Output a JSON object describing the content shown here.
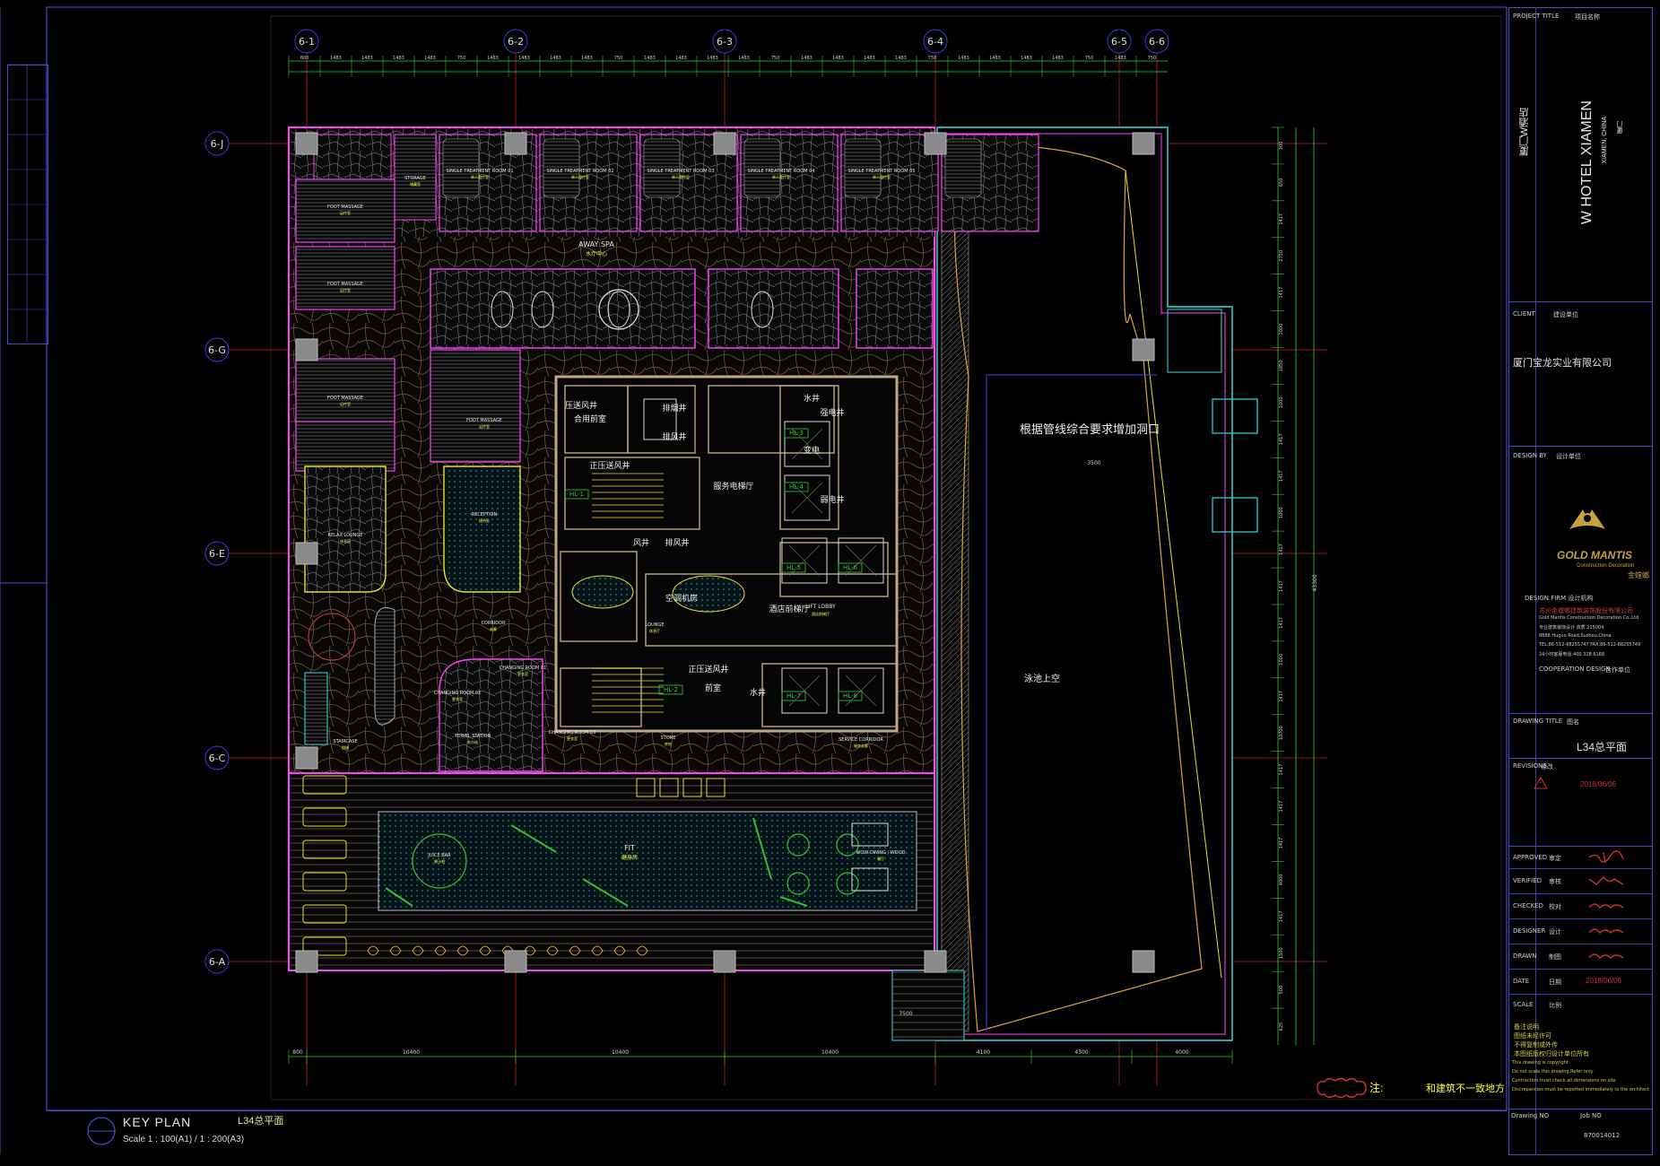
{
  "drawing": {
    "grid_cols": [
      "6-1",
      "6-2",
      "6-3",
      "6-4",
      "6-5",
      "6-6"
    ],
    "grid_rows": [
      "6-J",
      "6-G",
      "6-E",
      "6-C",
      "6-A"
    ],
    "top_dims": [
      "800",
      "1483",
      "1483",
      "1483",
      "1483",
      "750",
      "1483",
      "1483",
      "1483",
      "1483",
      "750",
      "1483",
      "1483",
      "1483",
      "1483",
      "750",
      "1483",
      "1483",
      "1483",
      "1483",
      "750",
      "1483",
      "1483",
      "1483",
      "1483",
      "750",
      "1483",
      "750"
    ],
    "bottom_dims": [
      "800",
      "10400",
      "10400",
      "10400",
      "4100",
      "4300",
      "4000"
    ],
    "right_dims": [
      "300",
      "650",
      "1417",
      "2750",
      "1417",
      "2000",
      "1850",
      "1000",
      "1417",
      "1417",
      "1000",
      "1417",
      "1417",
      "1417",
      "1000",
      "1417",
      "10700",
      "1417",
      "1417",
      "1417",
      "4000",
      "1417",
      "1500",
      "500",
      "625"
    ],
    "right_total": "43300",
    "rooms": [
      {
        "label": "AWAY SPA",
        "sub": "水疗中心"
      },
      {
        "label": "SINGLE TREATMENT ROOM 01",
        "sub": "单人理疗室"
      },
      {
        "label": "SINGLE TREATMENT ROOM 02",
        "sub": "单人理疗室"
      },
      {
        "label": "SINGLE TREATMENT ROOM 03",
        "sub": "单人理疗室"
      },
      {
        "label": "SINGLE TREATMENT ROOM 04",
        "sub": "单人理疗室"
      },
      {
        "label": "SINGLE TREATMENT ROOM 05",
        "sub": "单人理疗室"
      },
      {
        "label": "STORAGE",
        "sub": "储藏室"
      },
      {
        "label": "FOOT MASSAGE",
        "sub": "足疗室"
      },
      {
        "label": "FOOT MASSAGE",
        "sub": "足疗室"
      },
      {
        "label": "FOOT MASSAGE",
        "sub": "足疗室"
      },
      {
        "label": "FOOT MASSAGE",
        "sub": "足疗室"
      },
      {
        "label": "RELAX LOUNGE",
        "sub": "休息区"
      },
      {
        "label": "RECEPTION",
        "sub": "接待处"
      },
      {
        "label": "CORRIDOR",
        "sub": "走廊"
      },
      {
        "label": "CHANGING ROOM 01",
        "sub": "更衣室"
      },
      {
        "label": "CHANGING ROOM 02",
        "sub": "更衣室"
      },
      {
        "label": "CHANGING ROOM 03",
        "sub": "更衣室"
      },
      {
        "label": "TOWEL STATION",
        "sub": "毛巾站"
      },
      {
        "label": "STAIRCASE",
        "sub": "楼梯"
      },
      {
        "label": "STORE",
        "sub": "库房"
      },
      {
        "label": "SERVICE CORRIDOR",
        "sub": "服务走廊"
      },
      {
        "label": "LIFT LOBBY",
        "sub": "酒店前梯厅"
      },
      {
        "label": "LOUNGE",
        "sub": "休息厅"
      },
      {
        "label": "JUICE BAR",
        "sub": "果汁吧"
      },
      {
        "label": "FIT",
        "sub": "健身房"
      },
      {
        "label": "WOW DINING / WOOD",
        "sub": "餐厅"
      }
    ],
    "core_labels": [
      "压送风井",
      "合用前室",
      "排烟井",
      "排风井",
      "正压送风井",
      "服务电梯厅",
      "水井",
      "强电井",
      "弱电井",
      "变电",
      "空调机房",
      "风井",
      "排风井",
      "正压送风井",
      "前室",
      "水井",
      "酒店前梯厅"
    ],
    "core_tags": [
      "HL-1",
      "HL-2",
      "HL-3",
      "HL-4",
      "HL-5",
      "HL-6",
      "HL-7",
      "HL-8"
    ],
    "pool_label": "泳池上空",
    "pool_note": "根据管线综合要求增加洞口",
    "dim_3500": "3500",
    "dim_7500": "7500"
  },
  "titleblock": {
    "project_title_label": "PROJECT TITLE",
    "project_title_cn_label": "项目名称",
    "project_cn": "厦门W酒店",
    "project_en": "W HOTEL XIAMEN",
    "project_loc": "XIAMEN, CHINA",
    "project_loc_cn": "厦门",
    "client_label": "CLIENT",
    "client_cn_label": "建设单位",
    "client_name": "厦门宝龙实业有限公司",
    "design_by_label": "DESIGN BY",
    "design_by_cn_label": "设计单位",
    "company_logo_text": "GOLD MANTIS",
    "company_logo_sub": "Construction Decoration",
    "company_logo_cn": "金螳螂",
    "company_details": [
      "DESIGN FIRM 设计机构",
      "苏州金螳螂建筑装饰股份有限公司",
      "Gold Mantis Construction Decoration Co.,Ltd",
      "专业建筑装饰设计  资质  215004",
      "8888 Huguo Road,Suzhou,China",
      "TEL:86-512-68255747 FAX:86-512-68255749",
      "24小时客服电话:400 328 6168"
    ],
    "cooperation_label": "COOPERATION DESIGN",
    "cooperation_cn": "合作单位",
    "drawing_title_label": "DRAWING TITLE",
    "drawing_title_cn_label": "图名",
    "drawing_title": "L34总平面",
    "revisions_label": "REVISIONS",
    "revisions_cn": "修改",
    "revision_mark": "1",
    "revision_date": "2018/06/06",
    "approved_label": "APPROVED",
    "approved_cn": "审定",
    "verified_label": "VERIFIED",
    "verified_cn": "审核",
    "checked_label": "CHECKED",
    "checked_cn": "校对",
    "designer_label": "DESIGNER",
    "designer_cn": "设计",
    "drawn_label": "DRAWN",
    "drawn_cn": "制图",
    "date_label": "DATE",
    "date_cn": "日期",
    "date_value": "2018/06/06",
    "scale_label": "SCALE",
    "scale_cn": "比例",
    "notes": [
      "备注说明",
      "图纸未经许可",
      "不得复制或外传",
      "本图纸版权归设计单位所有",
      "This drawing is copyright",
      "Do not scale this drawing.Refer only",
      "Contractors must check all dimensions on site",
      "Discrepancies must be reported immediately to the architect"
    ],
    "drawing_no_label": "Drawing NO",
    "job_no_label": "Job NO",
    "job_no": "870014012"
  },
  "keyplan": {
    "title": "KEY PLAN",
    "sub": "L34总平面",
    "scale": "Scale 1 : 100(A1) / 1 : 200(A3)"
  },
  "note": {
    "label": "注:",
    "text": "和建筑不一致地方"
  },
  "colors": {
    "background": "#000000",
    "frame": "#4a4ad0",
    "grid": "#d02020",
    "dim": "#30d030",
    "wall": "#ff40ff",
    "text": "#ffff40",
    "cyan": "#30e0e0",
    "pattern": "#8a6a4a"
  }
}
